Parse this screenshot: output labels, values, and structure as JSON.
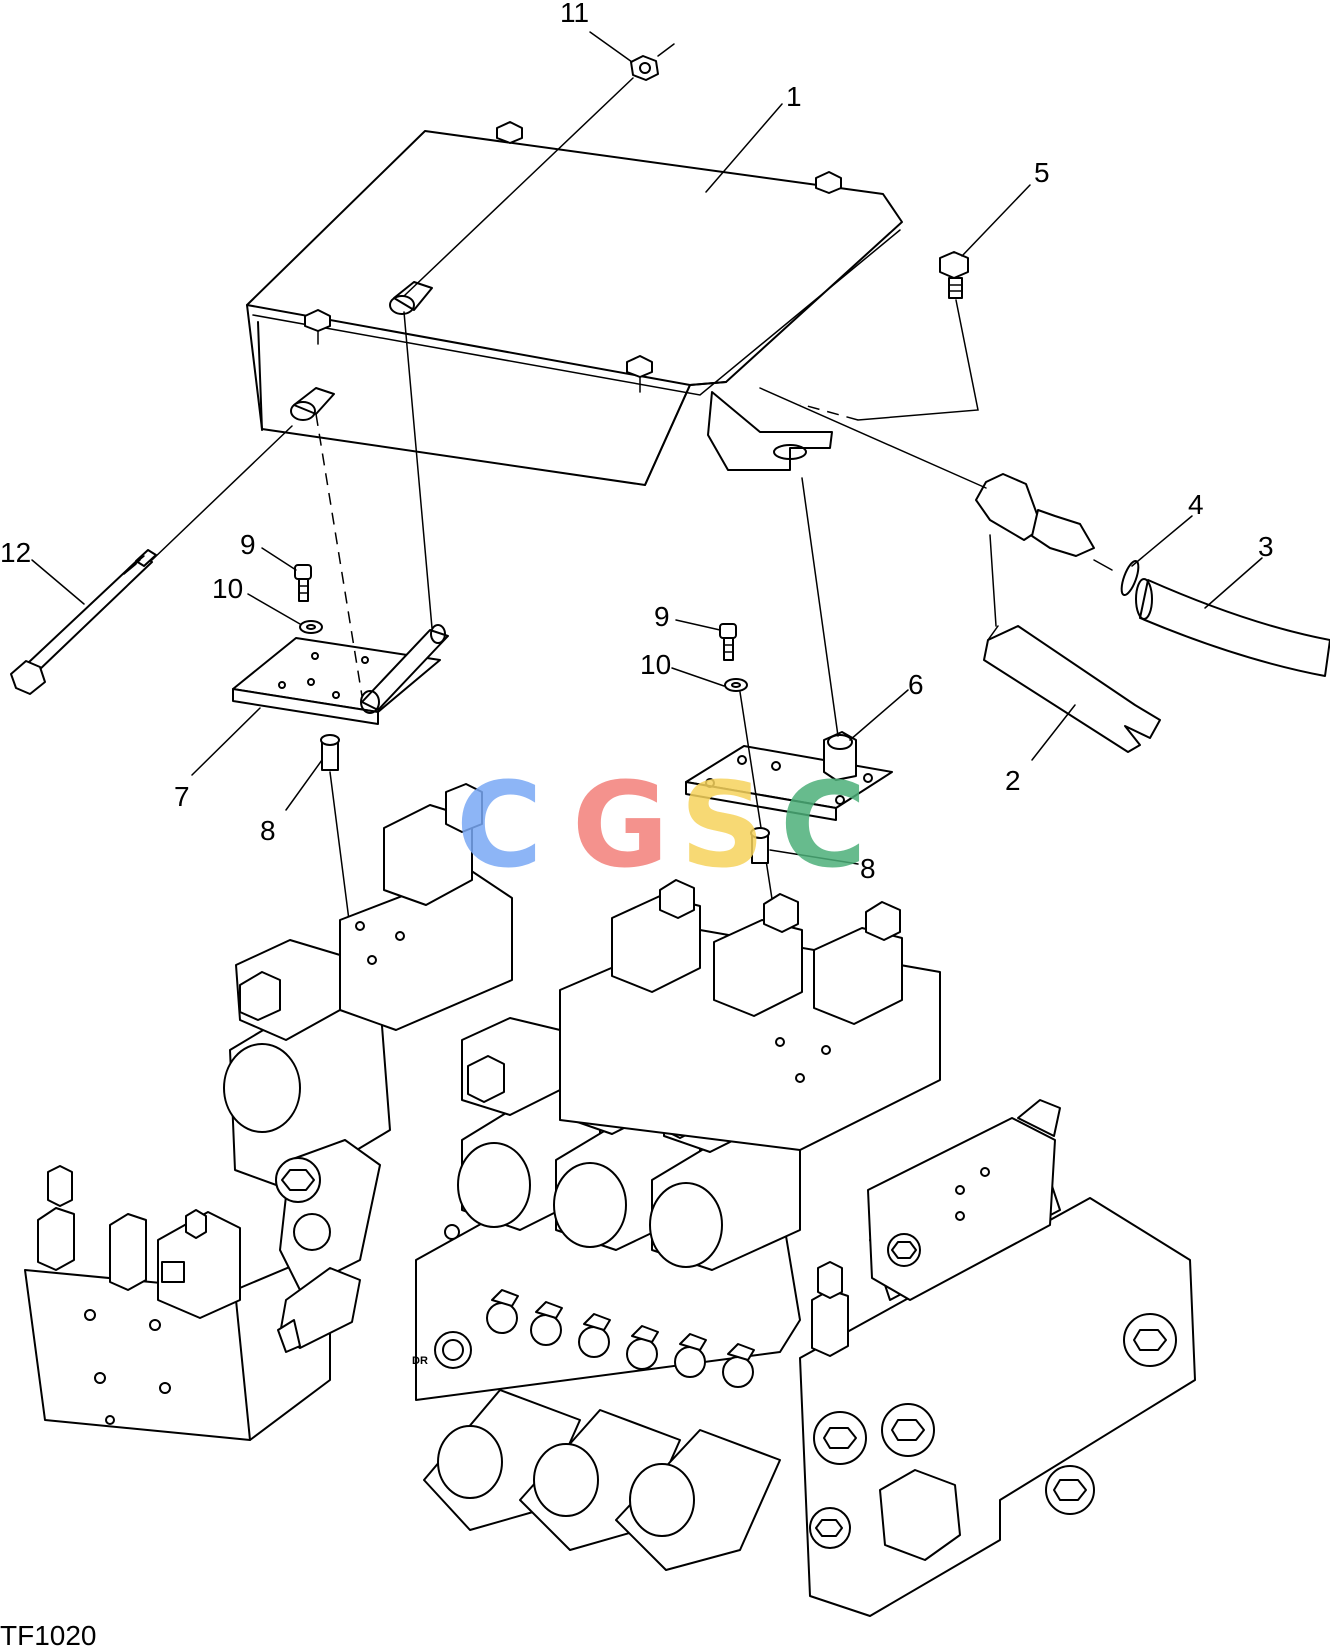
{
  "figure_id": "TF1020",
  "callouts": {
    "c1": "1",
    "c2": "2",
    "c3": "3",
    "c4": "4",
    "c5": "5",
    "c6": "6",
    "c7": "7",
    "c8a": "8",
    "c8b": "8",
    "c9a": "9",
    "c9b": "9",
    "c10a": "10",
    "c10b": "10",
    "c11": "11",
    "c12": "12"
  },
  "stamp": {
    "l1": "DR"
  },
  "watermark": {
    "letters": [
      "C",
      "G",
      "S",
      "C"
    ],
    "colors": [
      "#7aa9f5",
      "#f3807a",
      "#f6d35c",
      "#4db07a"
    ]
  }
}
